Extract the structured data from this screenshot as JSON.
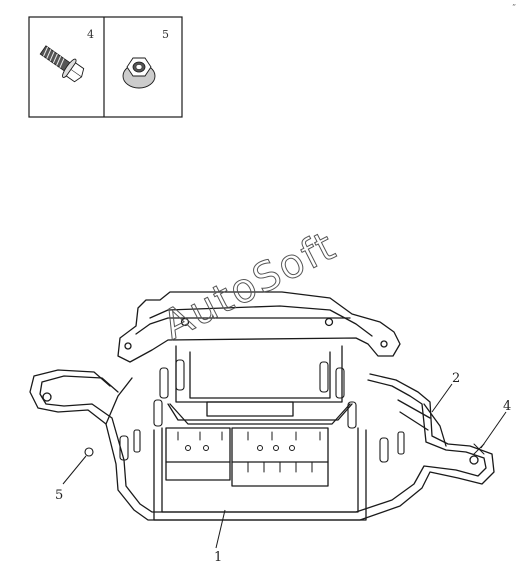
{
  "corner_mark": "”",
  "inset": {
    "bolt_label": "4",
    "nut_label": "5",
    "bolt_icon": "flange-bolt-icon",
    "nut_icon": "flange-nut-icon"
  },
  "watermark": "AutoSoft",
  "callouts": {
    "part_1": "1",
    "part_2": "2",
    "part_4": "4",
    "part_5": "5"
  },
  "colors": {
    "line": "#1a1a1a",
    "background": "#ffffff"
  }
}
